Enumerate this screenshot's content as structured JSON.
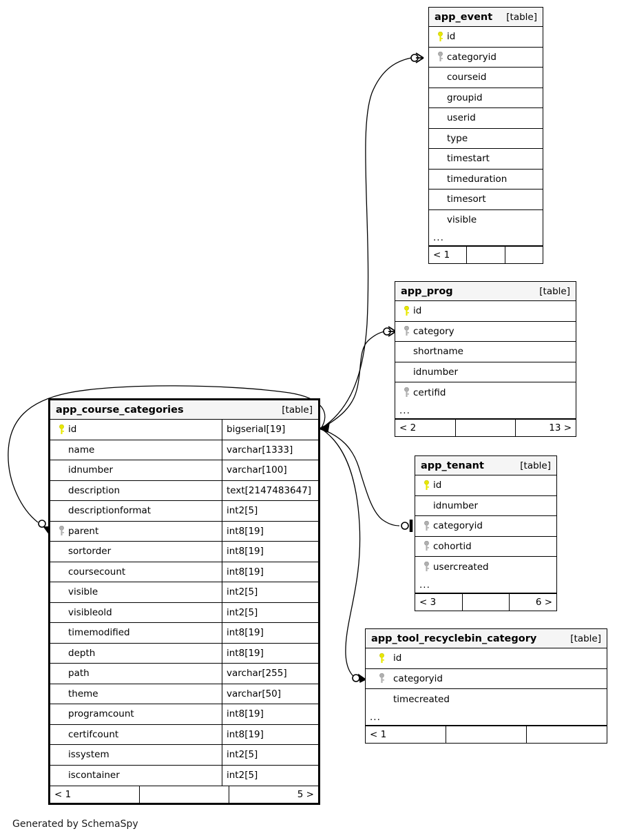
{
  "diagram": {
    "caption": "Generated by SchemaSpy",
    "table_tag": "[table]",
    "ellipsis": "...",
    "colors": {
      "primary_key": "#e8e800",
      "foreign_key": "#b0b0b0",
      "header_bg": "#f5f5f5",
      "border": "#000000",
      "background": "#ffffff"
    },
    "icons": {
      "primary_key": "primary-key-icon",
      "foreign_key": "foreign-key-icon"
    }
  },
  "tables": {
    "app_event": {
      "name": "app_event",
      "tag": "[table]",
      "columns": [
        {
          "name": "id",
          "key": "primary"
        },
        {
          "name": "categoryid",
          "key": "foreign"
        },
        {
          "name": "courseid",
          "key": "none"
        },
        {
          "name": "groupid",
          "key": "none"
        },
        {
          "name": "userid",
          "key": "none"
        },
        {
          "name": "type",
          "key": "none"
        },
        {
          "name": "timestart",
          "key": "none"
        },
        {
          "name": "timeduration",
          "key": "none"
        },
        {
          "name": "timesort",
          "key": "none"
        },
        {
          "name": "visible",
          "key": "none"
        }
      ],
      "footer": [
        "< 1",
        "",
        ""
      ]
    },
    "app_prog": {
      "name": "app_prog",
      "tag": "[table]",
      "columns": [
        {
          "name": "id",
          "key": "primary"
        },
        {
          "name": "category",
          "key": "foreign"
        },
        {
          "name": "shortname",
          "key": "none"
        },
        {
          "name": "idnumber",
          "key": "none"
        },
        {
          "name": "certifid",
          "key": "foreign"
        }
      ],
      "footer": [
        "< 2",
        "",
        "13 >"
      ]
    },
    "app_tenant": {
      "name": "app_tenant",
      "tag": "[table]",
      "columns": [
        {
          "name": "id",
          "key": "primary"
        },
        {
          "name": "idnumber",
          "key": "none"
        },
        {
          "name": "categoryid",
          "key": "foreign"
        },
        {
          "name": "cohortid",
          "key": "foreign"
        },
        {
          "name": "usercreated",
          "key": "foreign"
        }
      ],
      "footer": [
        "< 3",
        "",
        "6 >"
      ]
    },
    "app_tool_recyclebin_category": {
      "name": "app_tool_recyclebin_category",
      "tag": "[table]",
      "columns": [
        {
          "name": "id",
          "key": "primary"
        },
        {
          "name": "categoryid",
          "key": "foreign"
        },
        {
          "name": "timecreated",
          "key": "none"
        }
      ],
      "footer": [
        "< 1",
        "",
        ""
      ]
    },
    "app_course_categories": {
      "name": "app_course_categories",
      "tag": "[table]",
      "columns": [
        {
          "name": "id",
          "type": "bigserial[19]",
          "key": "primary"
        },
        {
          "name": "name",
          "type": "varchar[1333]",
          "key": "none"
        },
        {
          "name": "idnumber",
          "type": "varchar[100]",
          "key": "none"
        },
        {
          "name": "description",
          "type": "text[2147483647]",
          "key": "none"
        },
        {
          "name": "descriptionformat",
          "type": "int2[5]",
          "key": "none"
        },
        {
          "name": "parent",
          "type": "int8[19]",
          "key": "foreign"
        },
        {
          "name": "sortorder",
          "type": "int8[19]",
          "key": "none"
        },
        {
          "name": "coursecount",
          "type": "int8[19]",
          "key": "none"
        },
        {
          "name": "visible",
          "type": "int2[5]",
          "key": "none"
        },
        {
          "name": "visibleold",
          "type": "int2[5]",
          "key": "none"
        },
        {
          "name": "timemodified",
          "type": "int8[19]",
          "key": "none"
        },
        {
          "name": "depth",
          "type": "int8[19]",
          "key": "none"
        },
        {
          "name": "path",
          "type": "varchar[255]",
          "key": "none"
        },
        {
          "name": "theme",
          "type": "varchar[50]",
          "key": "none"
        },
        {
          "name": "programcount",
          "type": "int8[19]",
          "key": "none"
        },
        {
          "name": "certifcount",
          "type": "int8[19]",
          "key": "none"
        },
        {
          "name": "issystem",
          "type": "int2[5]",
          "key": "none"
        },
        {
          "name": "iscontainer",
          "type": "int2[5]",
          "key": "none"
        }
      ],
      "footer": [
        "< 1",
        "",
        "5 >"
      ]
    }
  },
  "relationships": [
    {
      "from": "app_course_categories.id",
      "to": "app_event.categoryid",
      "cardinality": "zero-or-many"
    },
    {
      "from": "app_course_categories.id",
      "to": "app_prog.category",
      "cardinality": "zero-or-many"
    },
    {
      "from": "app_course_categories.id",
      "to": "app_tenant.categoryid",
      "cardinality": "zero-or-one"
    },
    {
      "from": "app_course_categories.id",
      "to": "app_tool_recyclebin_category.categoryid",
      "cardinality": "zero-or-one"
    },
    {
      "from": "app_course_categories.id",
      "to": "app_course_categories.parent",
      "cardinality": "zero-or-one"
    }
  ]
}
